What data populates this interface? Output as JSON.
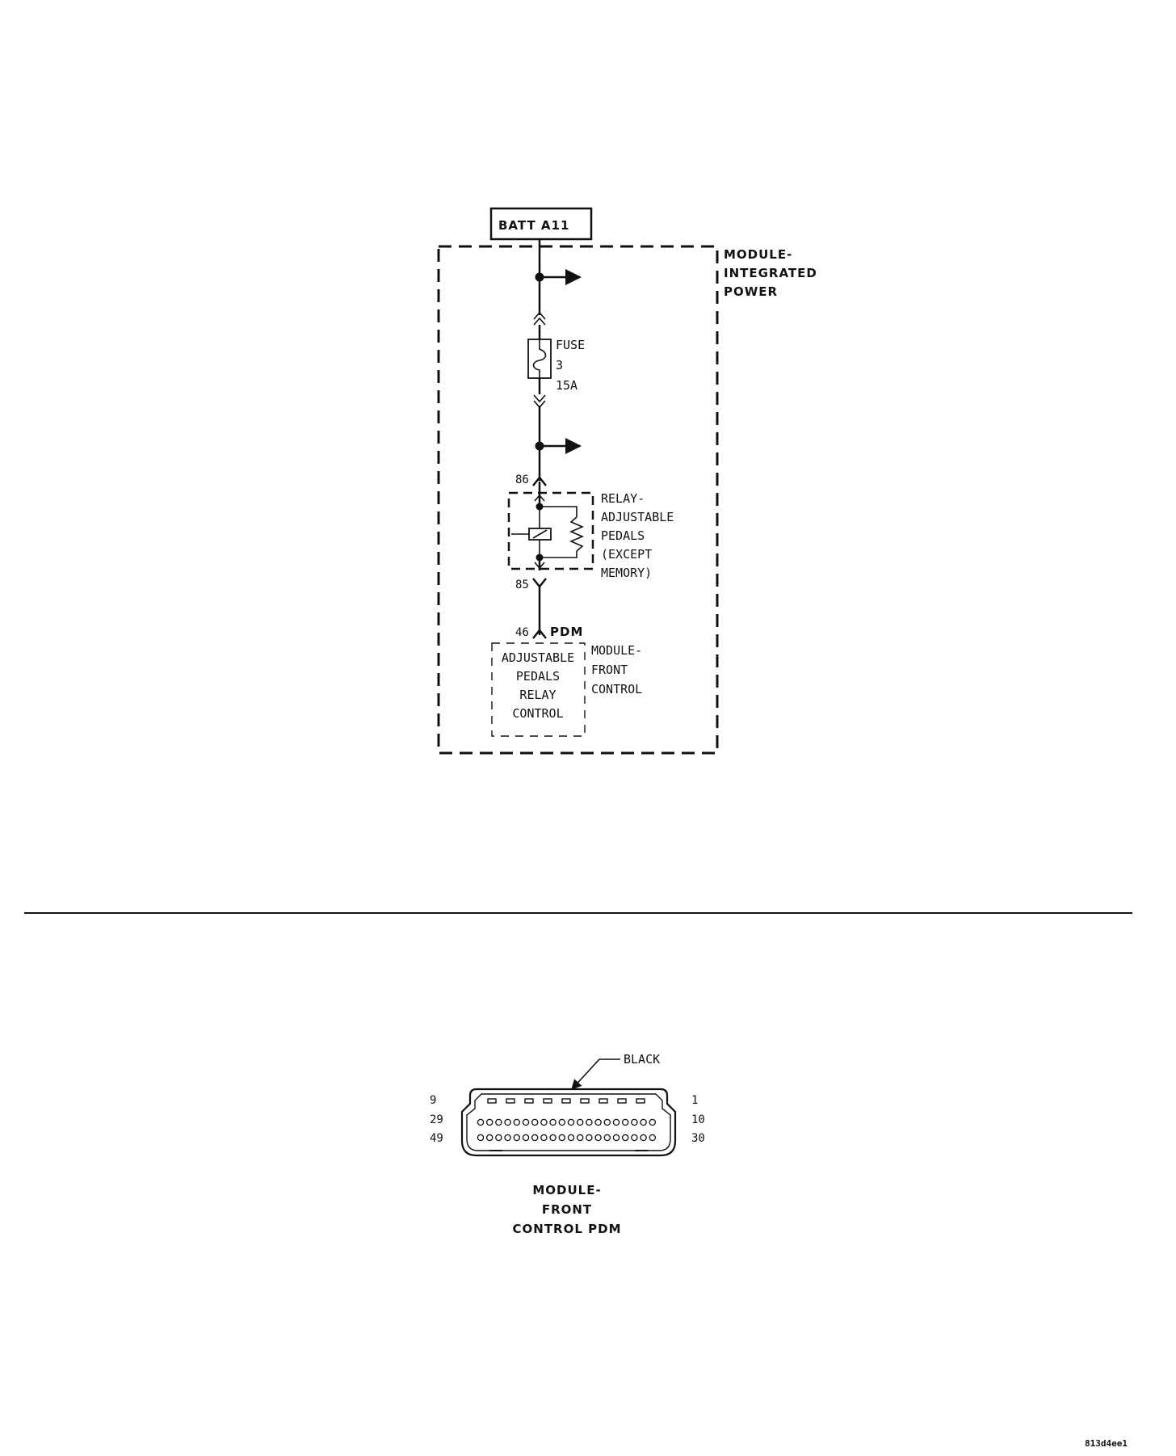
{
  "schematic": {
    "source_label": "BATT A11",
    "ipm_label": [
      "MODULE-",
      "INTEGRATED",
      "POWER"
    ],
    "fuse_label": [
      "FUSE",
      "3",
      "15A"
    ],
    "relay_pin_top": "86",
    "relay_pin_bottom": "85",
    "relay_label": [
      "RELAY-",
      "ADJUSTABLE",
      "PEDALS",
      "(EXCEPT",
      "MEMORY)"
    ],
    "fcm_pin": "46",
    "fcm_connector": "PDM",
    "fcm_label": [
      "MODULE-",
      "FRONT",
      "CONTROL"
    ],
    "control_label": [
      "ADJUSTABLE",
      "PEDALS",
      "RELAY",
      "CONTROL"
    ]
  },
  "connector": {
    "color_callout": "BLACK",
    "pin_labels_left": [
      "9",
      "29",
      "49"
    ],
    "pin_labels_right": [
      "1",
      "10",
      "30"
    ],
    "title": [
      "MODULE-",
      "FRONT",
      "CONTROL PDM"
    ]
  },
  "figure_code": "813d4ee1"
}
